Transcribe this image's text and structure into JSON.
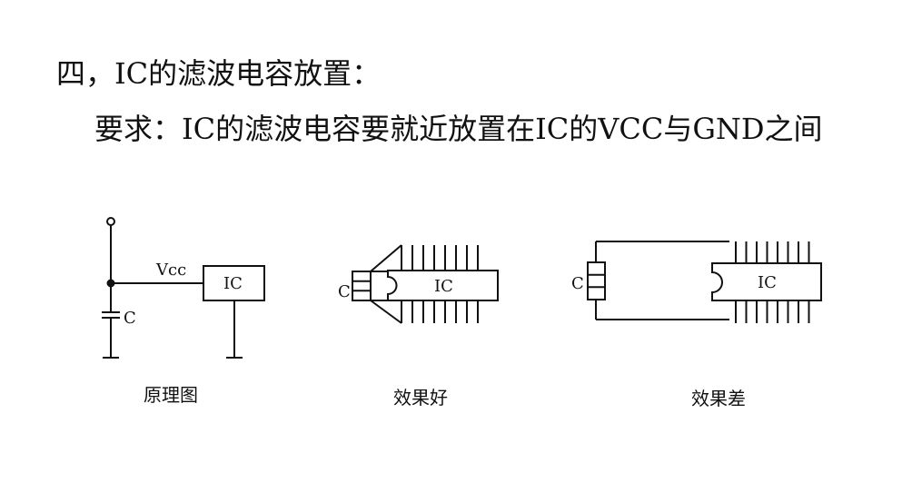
{
  "heading": "四，IC的滤波电容放置：",
  "requirement": "要求：IC的滤波电容要就近放置在IC的VCC与GND之间",
  "schematic": {
    "vcc_label": "Vcc",
    "ic_label": "IC",
    "cap_label": "C",
    "caption": "原理图"
  },
  "good_example": {
    "cap_label": "C",
    "ic_label": "IC",
    "caption": "效果好"
  },
  "bad_example": {
    "cap_label": "C",
    "ic_label": "IC",
    "caption": "效果差"
  }
}
